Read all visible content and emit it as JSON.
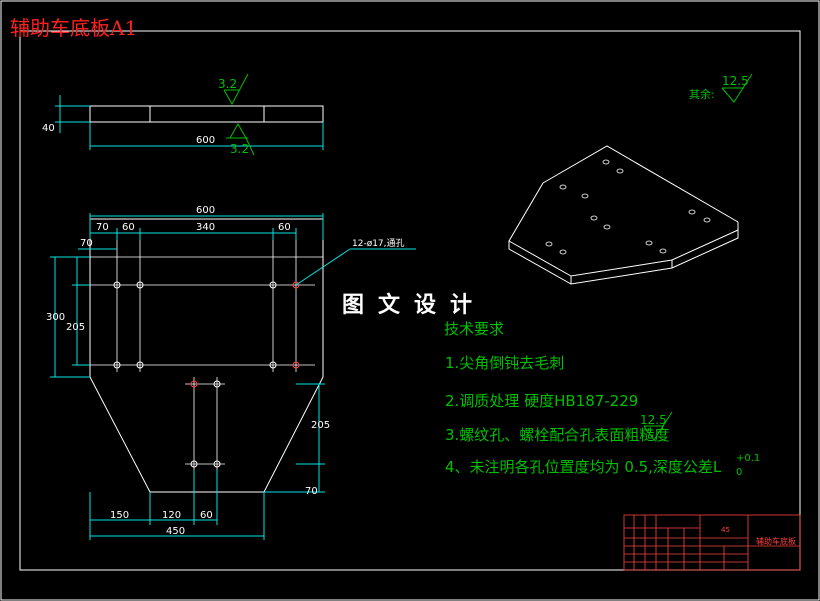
{
  "sheet": {
    "title": "辅助车底板A1",
    "watermark": "图文设计"
  },
  "roughness": {
    "top_symbol": "3.2",
    "bottom_symbol": "3.2",
    "other_label": "其余:",
    "other_value": "12.5"
  },
  "dimensions": {
    "thickness": "40",
    "side_length": "600",
    "top_width": "600",
    "d70a": "70",
    "d60a": "60",
    "d340": "340",
    "d60b": "60",
    "d70b": "70",
    "d300": "300",
    "d205a": "205",
    "d205b": "205",
    "d70c": "70",
    "d150": "150",
    "d120": "120",
    "d60c": "60",
    "d450": "450"
  },
  "callout": {
    "holes": "12-ø17,通孔"
  },
  "tech_requirements": {
    "title": "技术要求",
    "items": [
      "1.尖角倒钝去毛刺",
      "2.调质处理  硬度HB187-229",
      "3.螺纹孔、螺栓配合孔表面粗糙度",
      "4、未注明各孔位置度均为    0.5,深度公差L"
    ],
    "item3_roughness": "12.5",
    "tol_upper": "+0.1",
    "tol_lower": "0"
  },
  "title_block": {
    "part_name": "辅助车底板",
    "material": "45"
  },
  "colors": {
    "frame": "#ffffff",
    "dimension": "#00e5e5",
    "note": "#00c000",
    "title": "#ff2020",
    "hole_highlight": "#ff4040"
  }
}
